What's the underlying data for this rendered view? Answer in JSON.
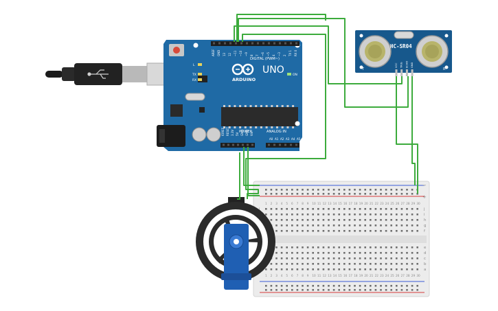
{
  "arduino": {
    "brand": "UNO",
    "maker": "ARDUINO",
    "digital_label": "DIGITAL (PWM~)",
    "power_label": "POWER",
    "analog_label": "ANALOG IN",
    "led_l": "L",
    "led_tx": "TX",
    "led_rx": "RX",
    "led_on": "ON",
    "digital_pins": [
      "AREF",
      "GND",
      "13",
      "12",
      "~11",
      "~10",
      "~9",
      "8",
      "7",
      "~6",
      "~5",
      "4",
      "~3",
      "2",
      "TX 1",
      "RX 0"
    ],
    "power_pins": [
      "IOREF",
      "RESET",
      "3.3V",
      "5V",
      "GND",
      "GND",
      "Vin"
    ],
    "analog_pins": [
      "A0",
      "A1",
      "A2",
      "A3",
      "A4",
      "A5"
    ]
  },
  "sensor": {
    "model": "HC-SR04",
    "pins": [
      "VCC",
      "TRIG",
      "ECHO",
      "GND"
    ],
    "corner_left": "T",
    "corner_right": "R"
  },
  "breadboard": {
    "row_labels_top": [
      "j",
      "i",
      "h",
      "g",
      "f"
    ],
    "row_labels_bottom": [
      "e",
      "d",
      "c",
      "b",
      "a"
    ],
    "rail_minus": "−",
    "rail_plus": "+",
    "columns": 30
  },
  "colors": {
    "pcb": "#1f6aa5",
    "pcb_dark": "#17588c",
    "wire": "#3cab3c",
    "servo": "#1f5fb3",
    "rail_red": "#d63a3a",
    "rail_blue": "#3a5ad6"
  }
}
